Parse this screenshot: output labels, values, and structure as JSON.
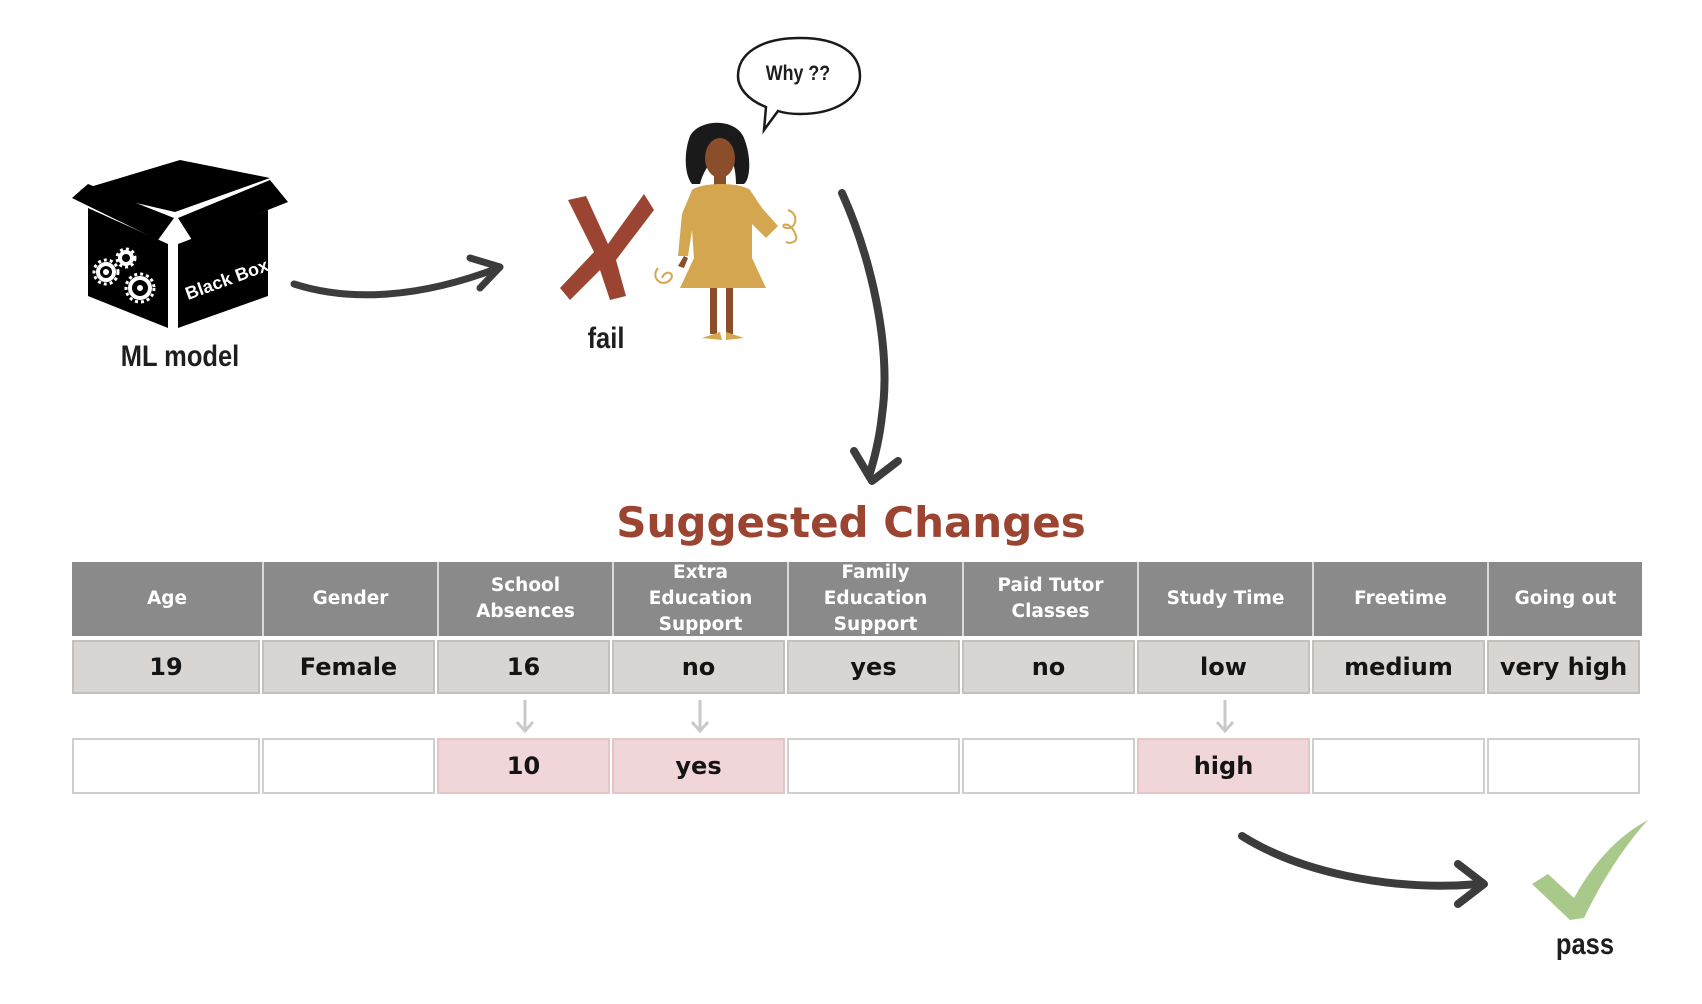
{
  "black_box_label": "Black Box",
  "model_caption": "ML model",
  "fail_caption": "fail",
  "speech_bubble": "Why ??",
  "title": "Suggested Changes",
  "table": {
    "headers": [
      "Age",
      "Gender",
      "School Absences",
      "Extra Education Support",
      "Family Education Support",
      "Paid Tutor Classes",
      "Study Time",
      "Freetime",
      "Going out"
    ],
    "original": [
      "19",
      "Female",
      "16",
      "no",
      "yes",
      "no",
      "low",
      "medium",
      "very high"
    ],
    "changes": [
      "",
      "",
      "10",
      "yes",
      "",
      "",
      "high",
      "",
      ""
    ]
  },
  "pass_caption": "pass",
  "colors": {
    "title": "#9a4431",
    "fail_mark": "#9a4431",
    "pass_mark": "#a9c98a",
    "header_bg": "#8a8a8a",
    "value_bg": "#d8d5d2",
    "change_highlight": "#f0d6d8",
    "arrow": "#3c3c3c"
  }
}
